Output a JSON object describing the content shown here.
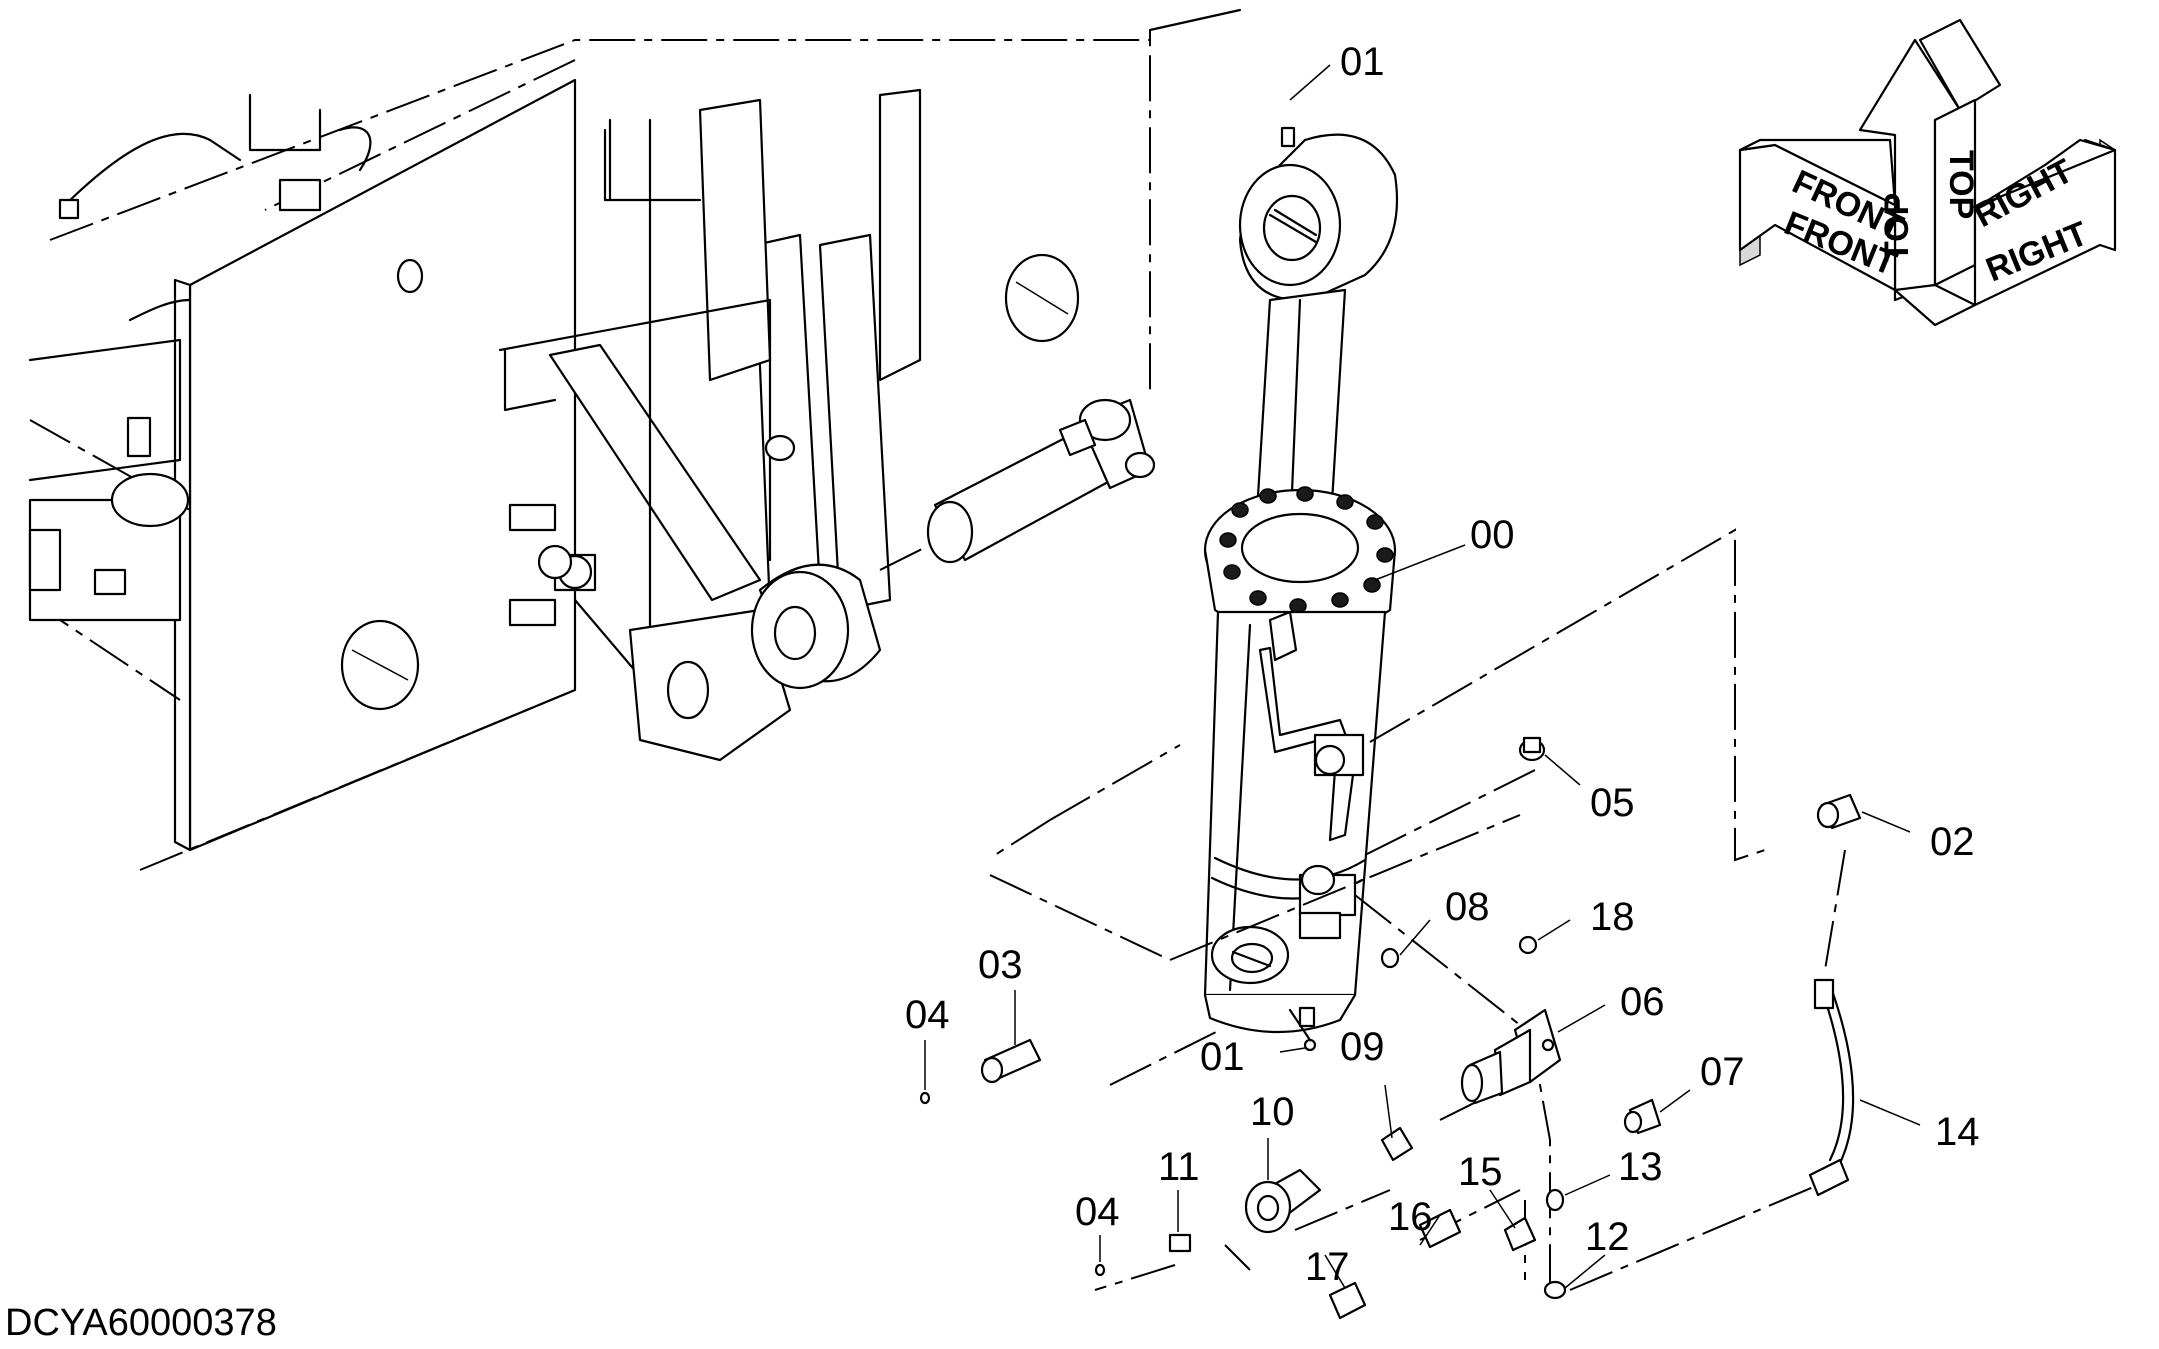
{
  "diagram": {
    "document_code": "DCYA60000378",
    "callouts": [
      {
        "id": "c01a",
        "label": "01"
      },
      {
        "id": "c00",
        "label": "00"
      },
      {
        "id": "c05",
        "label": "05"
      },
      {
        "id": "c02",
        "label": "02"
      },
      {
        "id": "c08",
        "label": "08"
      },
      {
        "id": "c18",
        "label": "18"
      },
      {
        "id": "c06",
        "label": "06"
      },
      {
        "id": "c03",
        "label": "03"
      },
      {
        "id": "c04a",
        "label": "04"
      },
      {
        "id": "c01b",
        "label": "01"
      },
      {
        "id": "c09",
        "label": "09"
      },
      {
        "id": "c07",
        "label": "07"
      },
      {
        "id": "c10",
        "label": "10"
      },
      {
        "id": "c14",
        "label": "14"
      },
      {
        "id": "c11",
        "label": "11"
      },
      {
        "id": "c13",
        "label": "13"
      },
      {
        "id": "c15",
        "label": "15"
      },
      {
        "id": "c04b",
        "label": "04"
      },
      {
        "id": "c16",
        "label": "16"
      },
      {
        "id": "c12",
        "label": "12"
      },
      {
        "id": "c17",
        "label": "17"
      }
    ],
    "orientation": {
      "top_label": "TOP",
      "front_label": "FRONT",
      "right_label": "RIGHT"
    }
  }
}
